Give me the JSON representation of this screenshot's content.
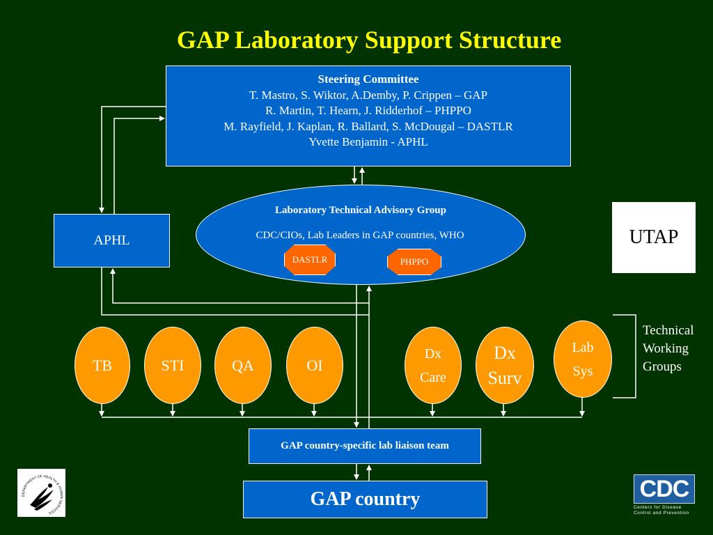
{
  "title": "GAP Laboratory Support Structure",
  "steering_committee": {
    "heading": "Steering Committee",
    "lines": [
      "T. Mastro, S. Wiktor, A.Demby, P. Crippen – GAP",
      "R. Martin, T. Hearn, J. Ridderhof – PHPPO",
      "M. Rayfield, J. Kaplan, R. Ballard, S. McDougal – DASTLR",
      "Yvette Benjamin - APHL"
    ]
  },
  "aphl": "APHL",
  "ltag": {
    "heading": "Laboratory Technical Advisory Group",
    "body": "CDC/CIOs, Lab Leaders in GAP countries, WHO",
    "badges": [
      "DASTLR",
      "PHPPO"
    ]
  },
  "utap": "UTAP",
  "working_groups": {
    "items": [
      {
        "line1": "TB",
        "line2": ""
      },
      {
        "line1": "STI",
        "line2": ""
      },
      {
        "line1": "QA",
        "line2": ""
      },
      {
        "line1": "OI",
        "line2": ""
      },
      {
        "line1": "Dx",
        "line2": "Care"
      },
      {
        "line1": "Dx",
        "line2": "Surv"
      },
      {
        "line1": "Lab",
        "line2": "Sys"
      }
    ],
    "bracket_label": [
      "Technical",
      "Working",
      "Groups"
    ]
  },
  "liaison_team": "GAP country-specific lab liaison team",
  "gap_country": "GAP country",
  "hhs_seal_text": "DEPARTMENT OF HEALTH & HUMAN SERVICES · USA",
  "cdc_logo": {
    "mark": "CDC",
    "tagline": [
      "Centers for Disease",
      "Control and Prevention"
    ]
  },
  "colors": {
    "background": "#003300",
    "title": "#ffff00",
    "box_fill": "#0066cc",
    "oval_fill": "#ff9900",
    "badge_fill": "#ff6600",
    "line": "#ffffff"
  }
}
